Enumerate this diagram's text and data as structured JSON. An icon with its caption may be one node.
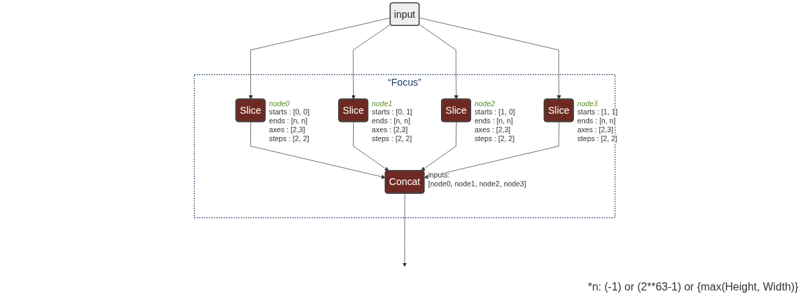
{
  "diagram": {
    "nodes": [
      {
        "text": [
          "input"
        ]
      },
      {
        "text": [
          "“Focus”"
        ]
      },
      {
        "text": [
          "Slice"
        ],
        "in": 1,
        "beside": [
          "node0",
          "starts : [0, 0]",
          "ends : [n, n]",
          "axes : [2,3]",
          "steps : [2, 2]"
        ]
      },
      {
        "text": [
          "Slice"
        ],
        "in": 1,
        "beside": [
          "node1",
          "starts : [0, 1]",
          "ends : [n, n]",
          "axes : [2,3]",
          "steps : [2, 2]"
        ]
      },
      {
        "text": [
          "Slice"
        ],
        "in": 1,
        "beside": [
          "node2",
          "starts : [1, 0]",
          "ends : [n, n]",
          "axes : [2,3]",
          "steps : [2, 2]"
        ]
      },
      {
        "text": [
          "Slice"
        ],
        "in": 1,
        "beside": [
          "node3",
          "starts : [1, 1]",
          "ends : [n, n]",
          "axes : [2,3]",
          "steps : [2, 2]"
        ]
      },
      {
        "text": [
          "Concat"
        ],
        "in": 1,
        "beside": [
          "inputs:",
          "[node0, node1, node2, node3]"
        ]
      }
    ],
    "edges": [
      {
        "from": 0,
        "to": 2,
        "arrow": "to"
      },
      {
        "from": 0,
        "to": 3,
        "arrow": "to"
      },
      {
        "from": 0,
        "to": 4,
        "arrow": "to"
      },
      {
        "from": 0,
        "to": 5,
        "arrow": "to"
      },
      {
        "from": 2,
        "to": 6,
        "arrow": "to"
      },
      {
        "from": 3,
        "to": 6,
        "arrow": "to"
      },
      {
        "from": 4,
        "to": 6,
        "arrow": "to"
      },
      {
        "from": 5,
        "to": 6,
        "arrow": "to"
      },
      {
        "from": 6,
        "to": null,
        "arrow": "to"
      }
    ],
    "labels": [
      "*n: (-1) or (2**63-1) or {max(Height, Width)}"
    ]
  }
}
